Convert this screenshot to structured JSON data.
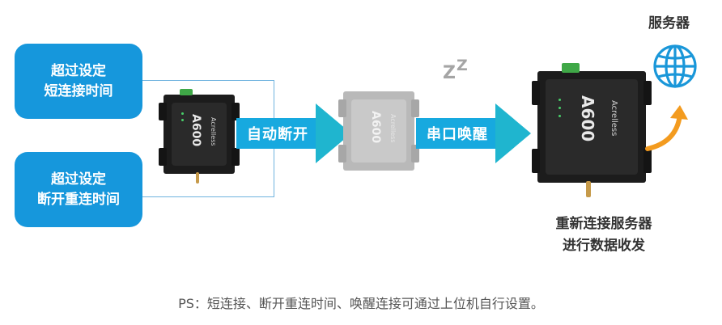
{
  "left_boxes": [
    {
      "line1": "超过设定",
      "line2": "短连接时间"
    },
    {
      "line1": "超过设定",
      "line2": "断开重连时间"
    }
  ],
  "devices": {
    "model": "A600",
    "brand": "Acrelless",
    "states": [
      "active",
      "sleeping",
      "active"
    ]
  },
  "flow_labels": {
    "disconnect": "自动断开",
    "wakeup": "串口唤醒"
  },
  "sleep_indicator": {
    "z1": "Z",
    "z2": "Z"
  },
  "server": {
    "label": "服务器",
    "icon": "globe-icon"
  },
  "reconnect_text": {
    "line1": "重新连接服务器",
    "line2": "进行数据收发"
  },
  "footnote": "PS：短连接、断开重连时间、唤醒连接可通过上位机自行设置。",
  "colors": {
    "box_blue": "#1697dc",
    "arrow_cyan": "#1fb5cf",
    "band_blue": "#17a9df",
    "orange": "#f39b1f"
  }
}
